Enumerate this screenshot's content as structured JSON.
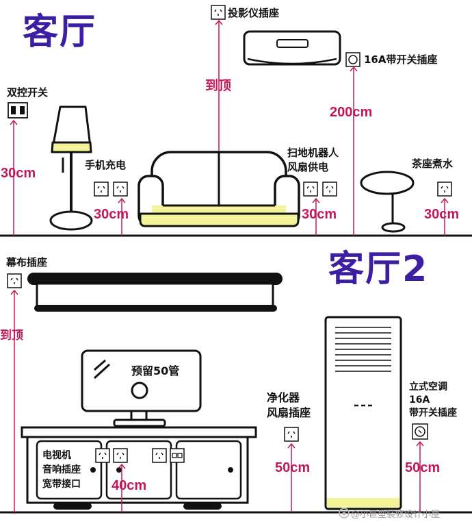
{
  "colors": {
    "title_purple": "#3b1fa0",
    "dimension_pink": "#c2185b",
    "fixture_yellow": "#f5f39a",
    "line_black": "#111111"
  },
  "section1": {
    "title": "客厅",
    "labels": {
      "projector_socket": "投影仪插座",
      "socket_16a_switch": "16A带开关插座",
      "dual_switch": "双控开关",
      "phone_charge": "手机充电",
      "robot_fan": "扫地机器人\n风扇供电",
      "tea_kettle": "茶座煮水"
    },
    "dims": {
      "to_top_1": "到顶",
      "h_200": "200cm",
      "h_switch": "30cm",
      "h_phone": "30cm",
      "h_robot": "30cm",
      "h_tea": "30cm"
    }
  },
  "section2": {
    "title": "客厅2",
    "labels": {
      "screen_socket": "幕布插座",
      "conduit": "预留50管",
      "purifier": "净化器\n风扇插座",
      "ac": "立式空调\n16A\n带开关插座",
      "tv_cabinet": "电视机\n音响插座\n宽带接口"
    },
    "dims": {
      "to_top_2": "到顶",
      "h_40": "40cm",
      "h_purifier": "50cm",
      "h_ac": "50cm"
    }
  },
  "watermark": "@小巨型装修设计小屋",
  "icons": [
    "socket-icon",
    "switch-icon",
    "data-port-icon",
    "ac-socket-icon"
  ]
}
